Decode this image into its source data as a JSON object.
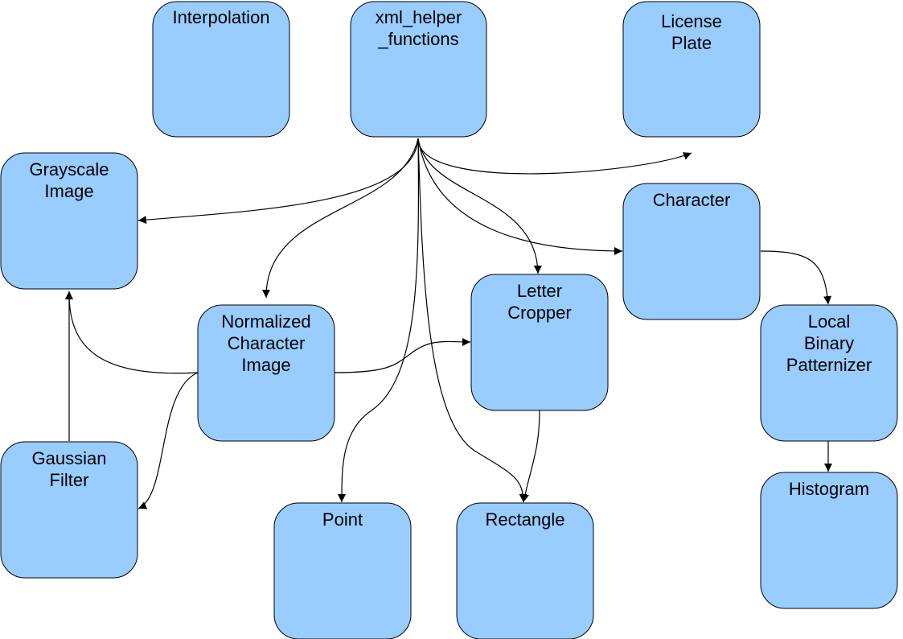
{
  "diagram": {
    "type": "class-dependency-graph",
    "colors": {
      "node_fill": "#99ccff",
      "node_stroke": "#000000",
      "edge": "#000000",
      "background": "#ffffff"
    },
    "nodes": [
      {
        "id": "interpolation",
        "lines": [
          "Interpolation"
        ]
      },
      {
        "id": "xml-helper-functions",
        "lines": [
          "xml_helper",
          "_functions"
        ]
      },
      {
        "id": "license-plate",
        "lines": [
          "License",
          "Plate"
        ]
      },
      {
        "id": "grayscale-image",
        "lines": [
          "Grayscale",
          "Image"
        ]
      },
      {
        "id": "character",
        "lines": [
          "Character"
        ]
      },
      {
        "id": "letter-cropper",
        "lines": [
          "Letter",
          "Cropper"
        ]
      },
      {
        "id": "normalized-character-image",
        "lines": [
          "Normalized",
          "Character",
          "Image"
        ]
      },
      {
        "id": "local-binary-patternizer",
        "lines": [
          "Local",
          "Binary",
          "Patternizer"
        ]
      },
      {
        "id": "gaussian-filter",
        "lines": [
          "Gaussian",
          "Filter"
        ]
      },
      {
        "id": "point",
        "lines": [
          "Point"
        ]
      },
      {
        "id": "rectangle",
        "lines": [
          "Rectangle"
        ]
      },
      {
        "id": "histogram",
        "lines": [
          "Histogram"
        ]
      }
    ],
    "edges": [
      {
        "from": "xml-helper-functions",
        "to": "license-plate"
      },
      {
        "from": "xml-helper-functions",
        "to": "grayscale-image"
      },
      {
        "from": "xml-helper-functions",
        "to": "normalized-character-image"
      },
      {
        "from": "xml-helper-functions",
        "to": "letter-cropper"
      },
      {
        "from": "xml-helper-functions",
        "to": "character"
      },
      {
        "from": "xml-helper-functions",
        "to": "point"
      },
      {
        "from": "xml-helper-functions",
        "to": "rectangle"
      },
      {
        "from": "character",
        "to": "local-binary-patternizer"
      },
      {
        "from": "normalized-character-image",
        "to": "grayscale-image"
      },
      {
        "from": "normalized-character-image",
        "to": "gaussian-filter"
      },
      {
        "from": "normalized-character-image",
        "to": "letter-cropper"
      },
      {
        "from": "gaussian-filter",
        "to": "grayscale-image"
      },
      {
        "from": "letter-cropper",
        "to": "rectangle"
      },
      {
        "from": "local-binary-patternizer",
        "to": "histogram"
      }
    ]
  }
}
